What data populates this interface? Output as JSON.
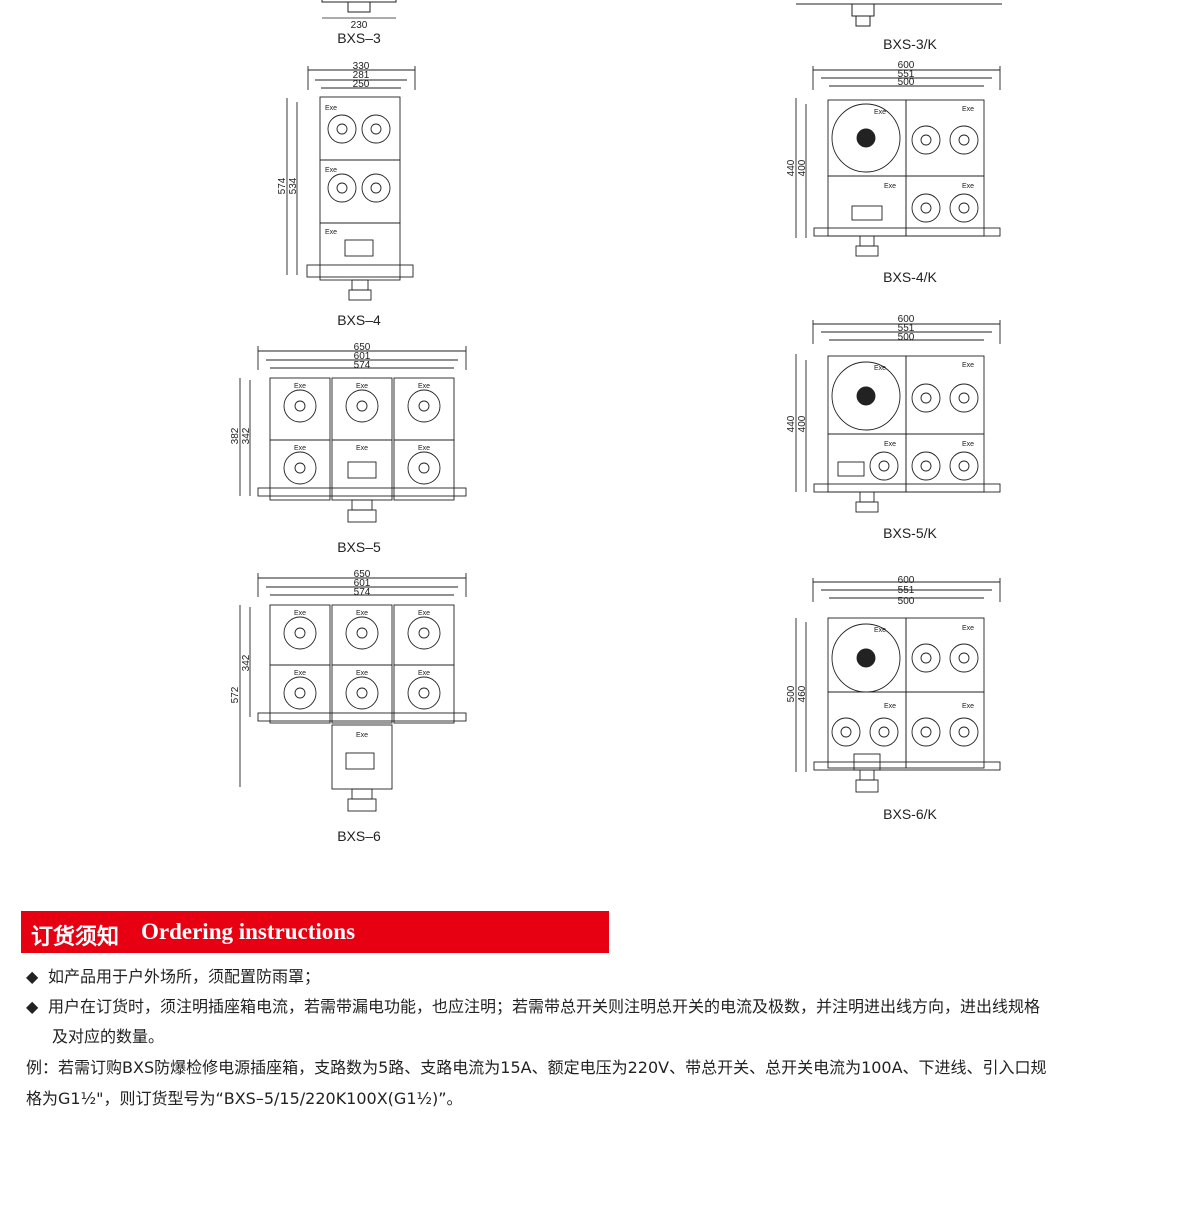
{
  "figures": {
    "bxs3": {
      "label": "BXS–3",
      "dims": [
        "230"
      ]
    },
    "bxs3k": {
      "label": "BXS-3/K"
    },
    "bxs4": {
      "label": "BXS–4",
      "dims": [
        "330",
        "281",
        "250",
        "574",
        "534"
      ],
      "exe": [
        "Exe",
        "Exe",
        "Exe"
      ]
    },
    "bxs4k": {
      "label": "BXS-4/K",
      "dims": [
        "600",
        "551",
        "500",
        "440",
        "400"
      ],
      "exe": [
        "Exe",
        "Exe",
        "Exe",
        "Exe"
      ]
    },
    "bxs5": {
      "label": "BXS–5",
      "dims": [
        "650",
        "601",
        "574",
        "382",
        "342"
      ],
      "exe": [
        "Exe",
        "Exe",
        "Exe",
        "Exe",
        "Exe",
        "Exe"
      ]
    },
    "bxs5k": {
      "label": "BXS-5/K",
      "dims": [
        "600",
        "551",
        "500",
        "440",
        "400"
      ],
      "exe": [
        "Exe",
        "Exe",
        "Exe",
        "Exe"
      ]
    },
    "bxs6": {
      "label": "BXS–6",
      "dims": [
        "650",
        "601",
        "574",
        "342",
        "572"
      ],
      "exe": [
        "Exe",
        "Exe",
        "Exe",
        "Exe",
        "Exe",
        "Exe",
        "Exe"
      ]
    },
    "bxs6k": {
      "label": "BXS-6/K",
      "dims": [
        "600",
        "551",
        "500",
        "500",
        "460"
      ],
      "exe": [
        "Exe",
        "Exe",
        "Exe",
        "Exe"
      ]
    }
  },
  "ordering": {
    "title_cn": "订货须知",
    "title_en": "Ordering instructions",
    "bullet_symbol": "◆",
    "items": [
      "如产品用于户外场所，须配置防雨罩；",
      "用户在订货时，须注明插座箱电流，若需带漏电功能，也应注明；若需带总开关则注明总开关的电流及极数，并注明进出线方向，进出线规格",
      "及对应的数量。"
    ],
    "example": [
      "例：若需订购BXS防爆检修电源插座箱，支路数为5路、支路电流为15A、额定电压为220V、带总开关、总开关电流为100A、下进线、引入口规",
      "格为G1½\"，则订货型号为“BXS–5/15/220K100X(G1½)”。"
    ]
  },
  "colors": {
    "banner": "#e60012",
    "line": "#222222"
  }
}
